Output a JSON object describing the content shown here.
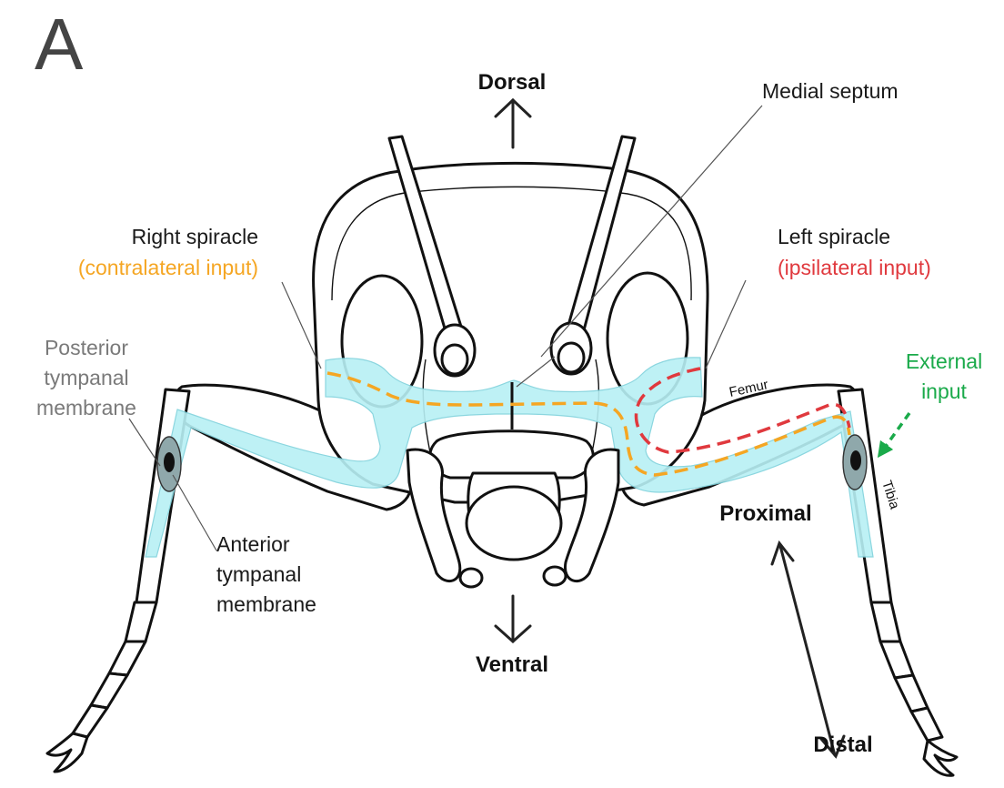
{
  "panel_letter": "A",
  "directions": {
    "dorsal": "Dorsal",
    "ventral": "Ventral",
    "proximal": "Proximal",
    "distal": "Distal"
  },
  "labels": {
    "medial_septum": "Medial septum",
    "right_spiracle": "Right spiracle",
    "right_spiracle_input": "(contralateral input)",
    "left_spiracle": "Left spiracle",
    "left_spiracle_input": "(ipsilateral input)",
    "posterior_tympanal": [
      "Posterior",
      "tympanal",
      "membrane"
    ],
    "anterior_tympanal": [
      "Anterior",
      "tympanal",
      "membrane"
    ],
    "external_input": [
      "External",
      "input"
    ],
    "femur": "Femur",
    "tibia": "Tibia"
  },
  "colors": {
    "contralateral": "#f5a623",
    "ipsilateral": "#e0393e",
    "external": "#1aaa4a",
    "trachea": "#b8f0f5",
    "grey_label": "#7a7a7a"
  }
}
